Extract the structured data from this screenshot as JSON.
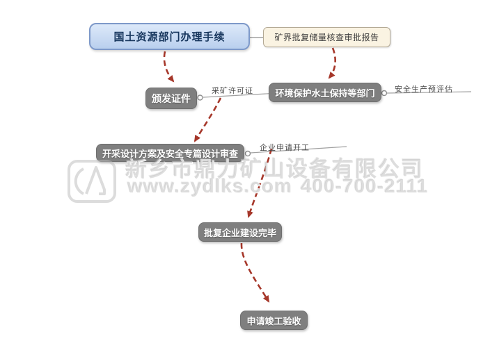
{
  "diagram": {
    "nodes": {
      "root": {
        "label": "国土资源部门办理手续"
      },
      "report": {
        "label": "矿界批复储量核查审批报告"
      },
      "issue_cert": {
        "label": "颁发证件"
      },
      "env_dept": {
        "label": "环境保护水土保持等部门"
      },
      "design_review": {
        "label": "开采设计方案及安全专篇设计审查"
      },
      "construction_done": {
        "label": "批复企业建设完毕"
      },
      "acceptance": {
        "label": "申请竣工验收"
      }
    },
    "edge_labels": {
      "mining_license": "采矿许可证",
      "safety_pre_evaluation": "安全生产预评估",
      "enterprise_apply_start": "企业申请开工"
    },
    "colors": {
      "root_fill": "#c5d9f1",
      "root_border": "#7e99c9",
      "root_text": "#17365d",
      "note_fill": "#faf3e2",
      "note_border": "#b3a995",
      "gray_node_fill": "#7f7f7f",
      "gray_node_text": "#ffffff",
      "arrow_red": "#a6372a",
      "wire_gray": "#a0a0a0"
    }
  },
  "watermark": {
    "company": "新乡市鼎力矿山设备有限公司",
    "website": "www.zydlks.com",
    "phone": "400-700-2111"
  }
}
